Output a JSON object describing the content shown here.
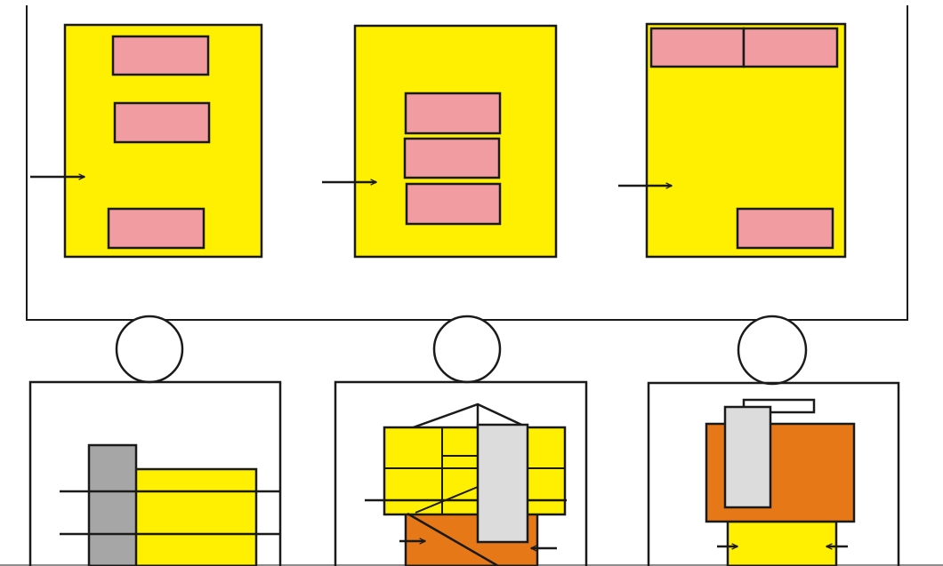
{
  "colors": {
    "background": "#ffffff",
    "outline": "#1a1a1a",
    "yellow": "#ffef00",
    "pink": "#f19ca1",
    "orange": "#e67818",
    "light_gray": "#dcdcdc",
    "mid_gray": "#a6a6a6"
  },
  "figure": {
    "top_panel": {
      "layouts": [
        {
          "arrangement": "spread-vertical",
          "pink_blocks": 3,
          "has_arrow": true
        },
        {
          "arrangement": "stacked-center",
          "pink_blocks": 3,
          "has_arrow": true
        },
        {
          "arrangement": "top-pair-and-corner",
          "pink_blocks": 3,
          "has_arrow": true
        }
      ]
    },
    "bottom_panels": [
      {
        "content": "gray-post-with-yellow-block",
        "bulb": true
      },
      {
        "content": "roof-frame-with-orange-base",
        "bulb": true
      },
      {
        "content": "orange-block-on-yellow-base",
        "bulb": true
      }
    ]
  }
}
